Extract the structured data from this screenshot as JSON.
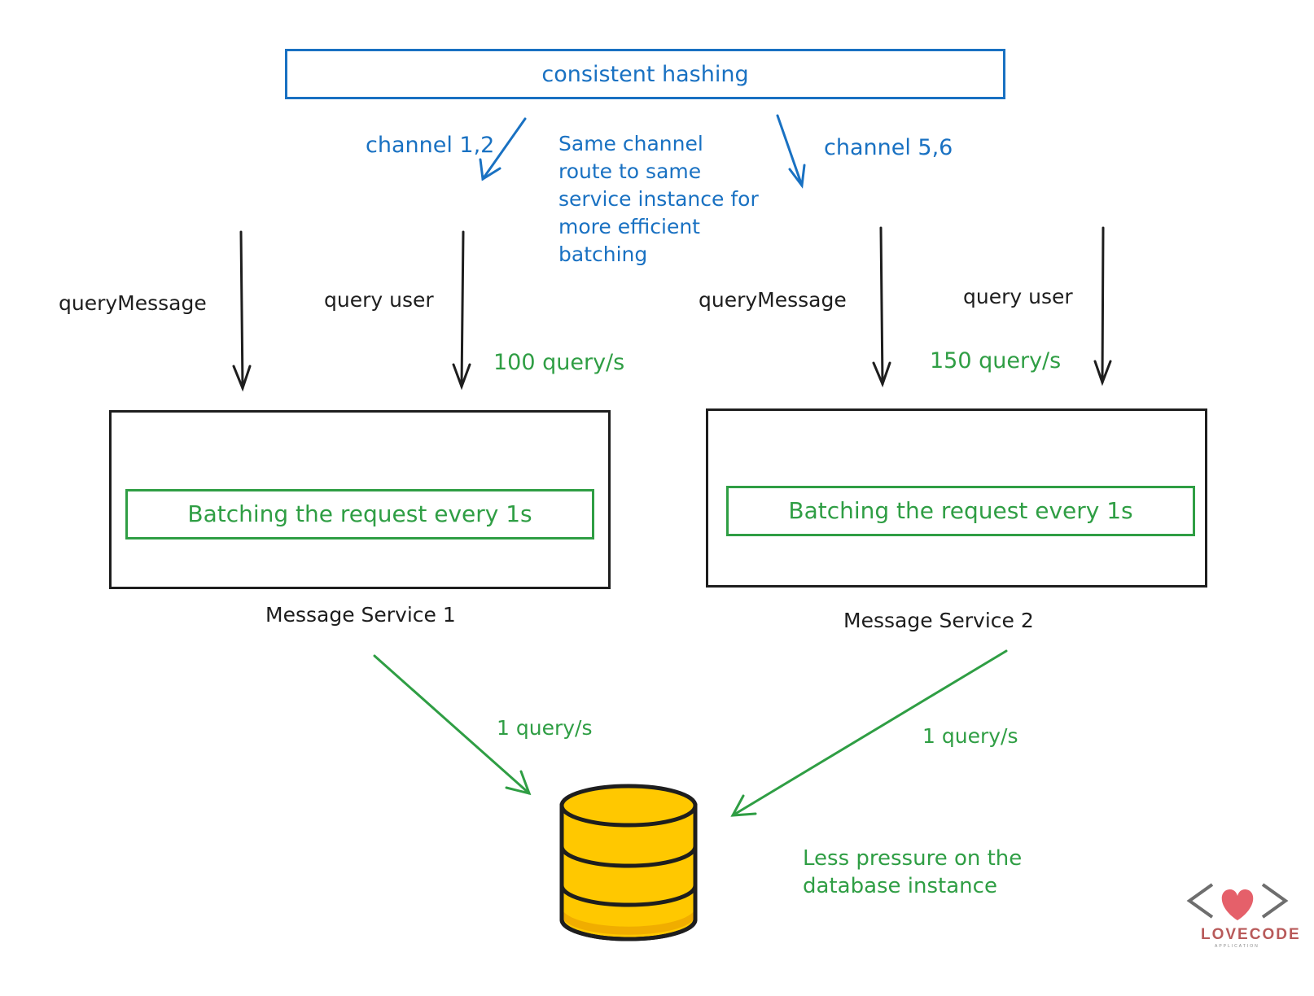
{
  "top": {
    "hashing_label": "consistent hashing",
    "left_route_label": "channel 1,2",
    "right_route_label": "channel 5,6",
    "routing_note": "Same channel route to same service instance for more efficient batching"
  },
  "service_1": {
    "name": "Message Service 1",
    "input_1": "queryMessage",
    "input_2": "query user",
    "rate": "100 query/s",
    "batch_label": "Batching the request every 1s",
    "db_rate": "1 query/s"
  },
  "service_2": {
    "name": "Message Service 2",
    "input_1": "queryMessage",
    "input_2": "query user",
    "rate": "150 query/s",
    "batch_label": "Batching the request every 1s",
    "db_rate": "1 query/s"
  },
  "database": {
    "icon": "database-icon",
    "note": "Less pressure on the database instance"
  },
  "logo": {
    "text": "LOVECODE",
    "subtext": "APPLICATION"
  },
  "colors": {
    "blue": "#1971c2",
    "green": "#2f9e44",
    "black": "#1e1e1e",
    "db_fill": "#ffc800",
    "logo_heart": "#e5606a"
  }
}
